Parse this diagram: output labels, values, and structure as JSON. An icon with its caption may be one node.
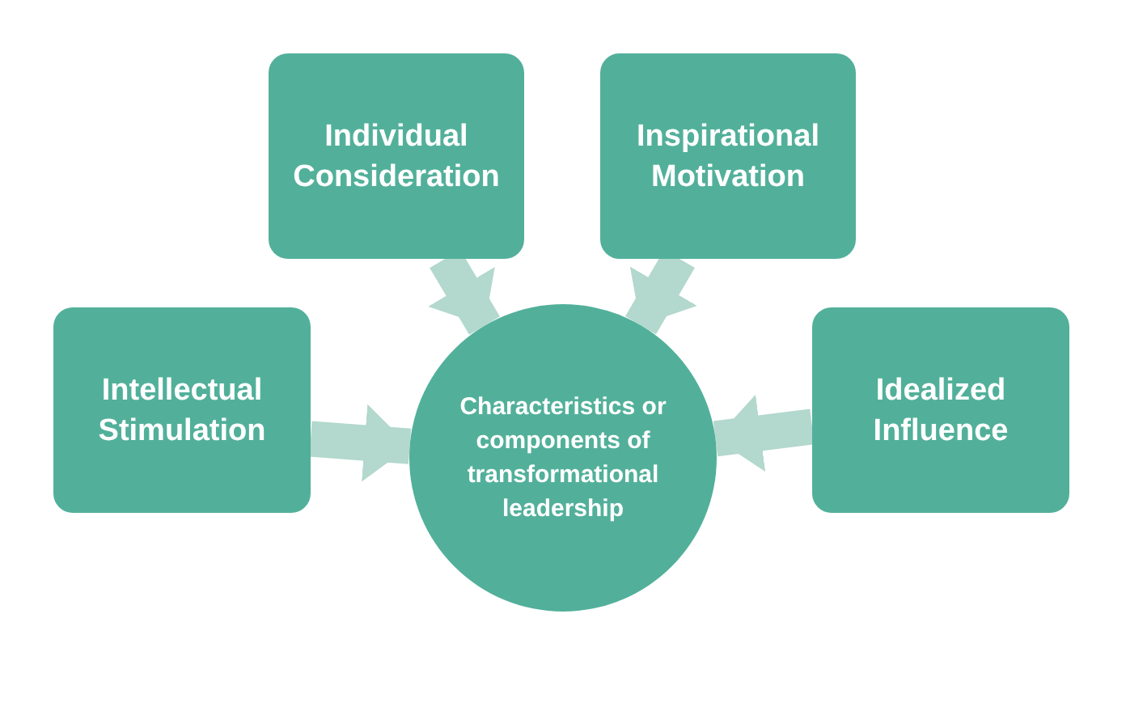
{
  "diagram": {
    "nodes": [
      {
        "text": [
          "Individual Consideration"
        ]
      },
      {
        "text": [
          "Inspirational Motivation"
        ]
      },
      {
        "text": [
          "Intellectual Stimulation"
        ]
      },
      {
        "text": [
          "Idealized Influence"
        ]
      },
      {
        "text": [
          "Characteristics or components of transformational leadership"
        ]
      }
    ],
    "edges": [
      {
        "from": 0,
        "to": 4,
        "arrow": "to"
      },
      {
        "from": 1,
        "to": 4,
        "arrow": "to"
      },
      {
        "from": 2,
        "to": 4,
        "arrow": "to"
      },
      {
        "from": 3,
        "to": 4,
        "arrow": "to"
      }
    ]
  }
}
